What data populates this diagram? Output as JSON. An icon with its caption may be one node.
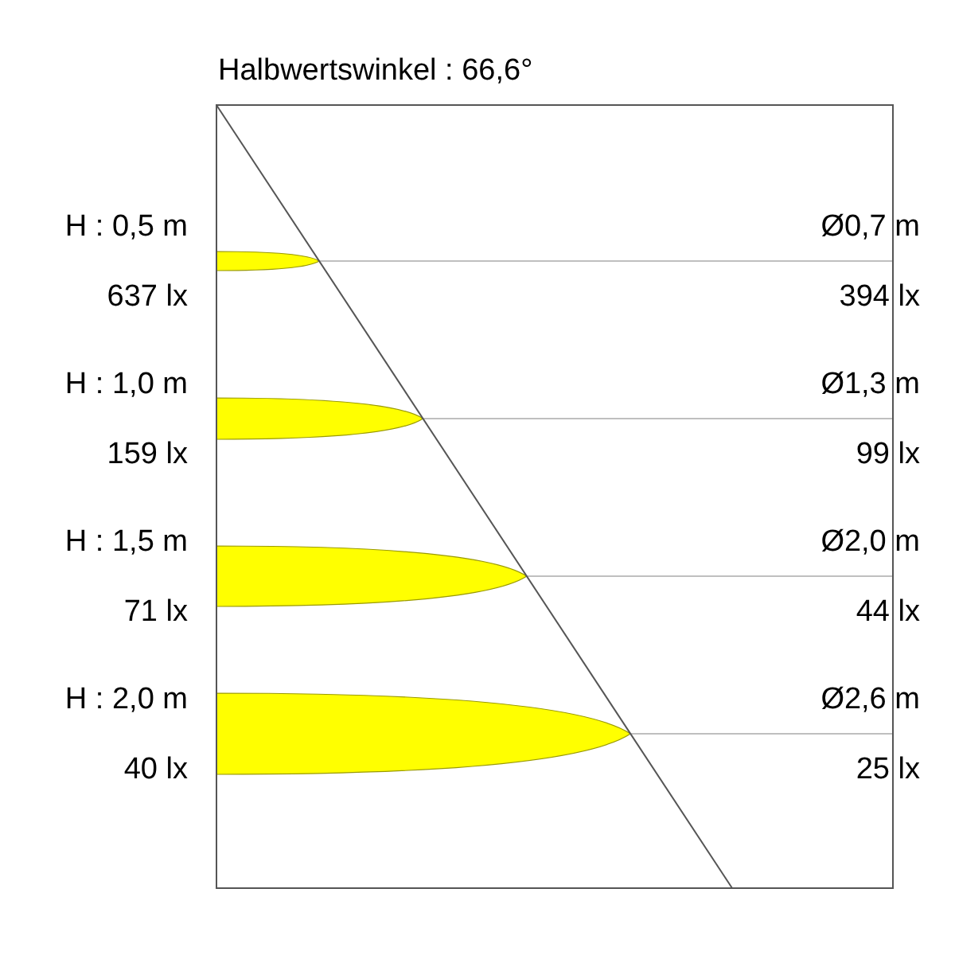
{
  "diagram": {
    "title": "Halbwertswinkel : 66,6°",
    "labels": [
      "H : 0,5 m",
      "Ø0,7 m",
      "637 lx",
      "394 lx",
      "H : 1,0 m",
      "Ø1,3 m",
      "159 lx",
      "99 lx",
      "H : 1,5 m",
      "Ø2,0 m",
      "71 lx",
      "44 lx",
      "H : 2,0 m",
      "Ø2,6 m",
      "40 lx",
      "25 lx"
    ]
  }
}
